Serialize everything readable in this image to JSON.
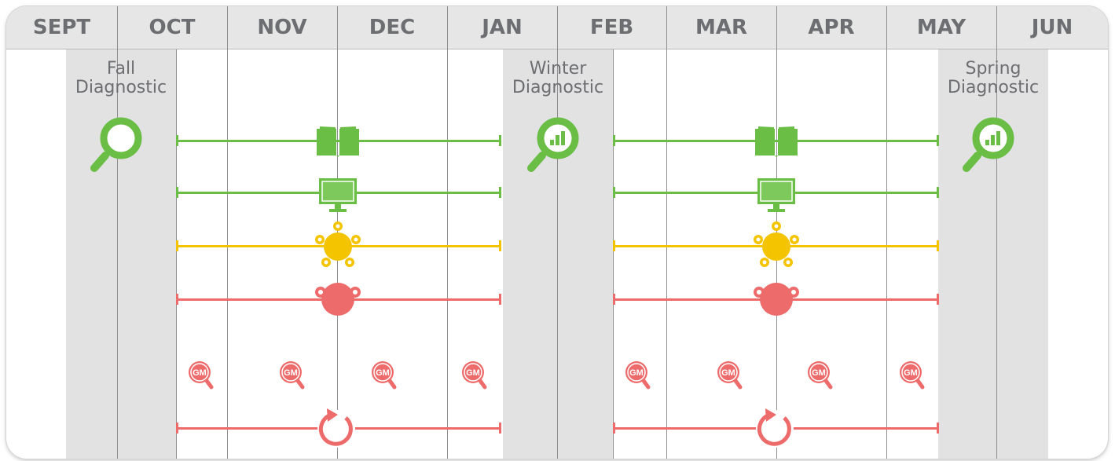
{
  "months": [
    "SEPT",
    "OCT",
    "NOV",
    "DEC",
    "JAN",
    "FEB",
    "MAR",
    "APR",
    "MAY",
    "JUN"
  ],
  "diagnostics": [
    {
      "line1": "Fall",
      "line2": "Diagnostic"
    },
    {
      "line1": "Winter",
      "line2": "Diagnostic"
    },
    {
      "line1": "Spring",
      "line2": "Diagnostic"
    }
  ],
  "badge_text": "GM",
  "colors": {
    "green": "#6abd45",
    "yellow": "#f4c400",
    "red": "#ed6b6a",
    "header_bg": "#e6e6e7",
    "band_bg": "#e2e2e3",
    "month_text": "#6d6e71"
  },
  "icons": {
    "row1": "book-icon",
    "row2": "monitor-icon",
    "row3": "small-group-icon",
    "row4": "pair-icon",
    "row5": "gm-magnifier-icon",
    "row6": "cycle-arrow-icon",
    "diagnostic": "magnifier-icon"
  }
}
